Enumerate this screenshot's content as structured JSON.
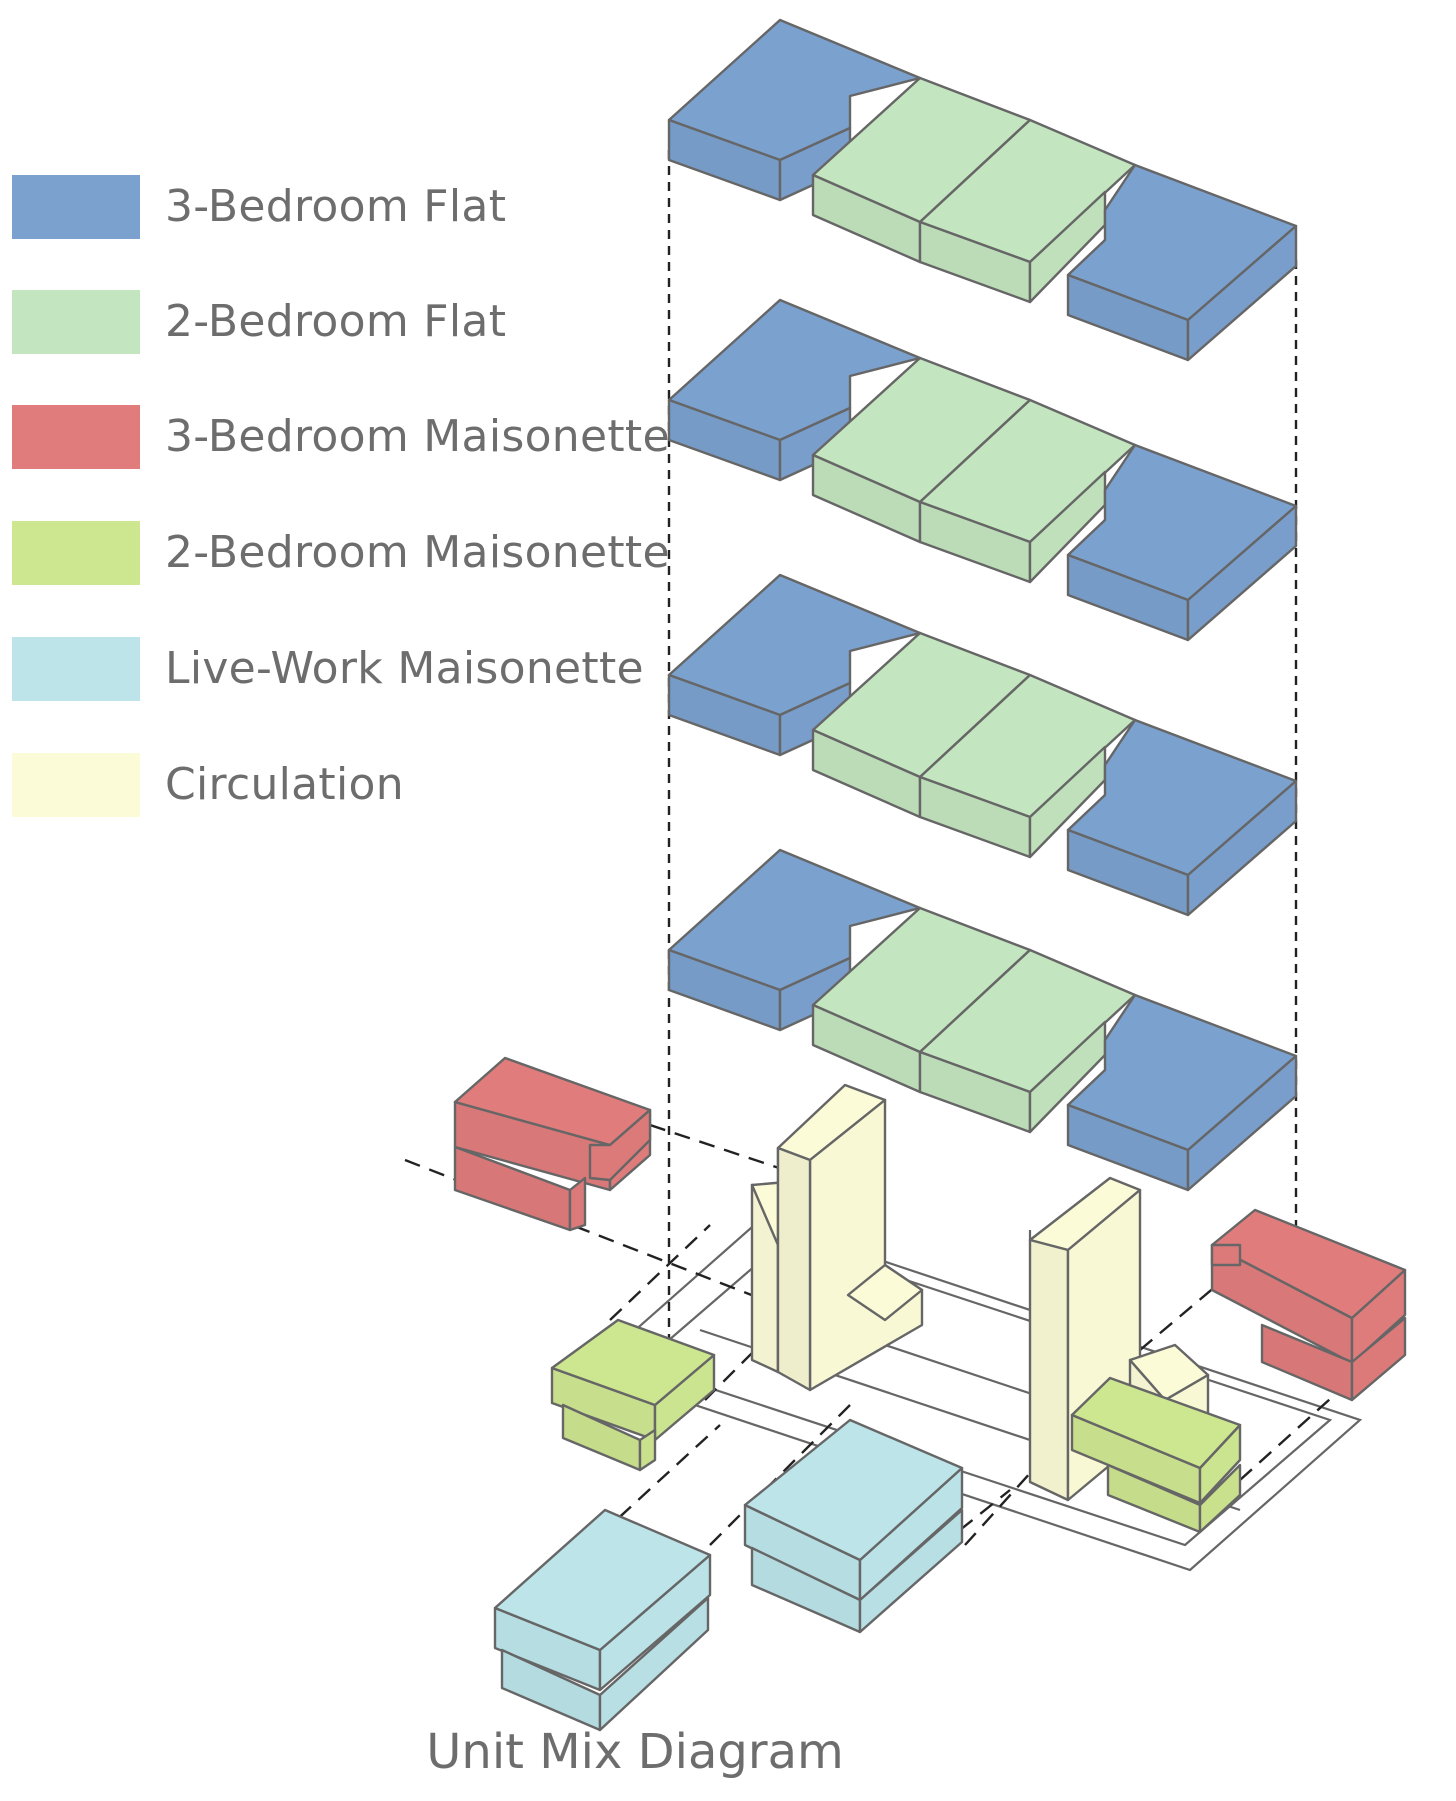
{
  "legend": [
    {
      "label": "3-Bedroom Flat",
      "color": "#7ba1cf"
    },
    {
      "label": "2-Bedroom Flat",
      "color": "#c3e5bf"
    },
    {
      "label": "3-Bedroom Maisonette",
      "color": "#e07c7c"
    },
    {
      "label": "2-Bedroom Maisonette",
      "color": "#cde690"
    },
    {
      "label": "Live-Work Maisonette",
      "color": "#bce4e9"
    },
    {
      "label": "Circulation",
      "color": "#fbfbd7"
    }
  ],
  "caption": "Unit Mix Diagram",
  "colors": {
    "three_bed_flat": "#7ba1cf",
    "two_bed_flat": "#c3e5bf",
    "three_bed_maisonette": "#e07c7c",
    "two_bed_maisonette": "#cde690",
    "live_work_maisonette": "#bce4e9",
    "circulation": "#fbfbd7",
    "edge": "#666666"
  }
}
